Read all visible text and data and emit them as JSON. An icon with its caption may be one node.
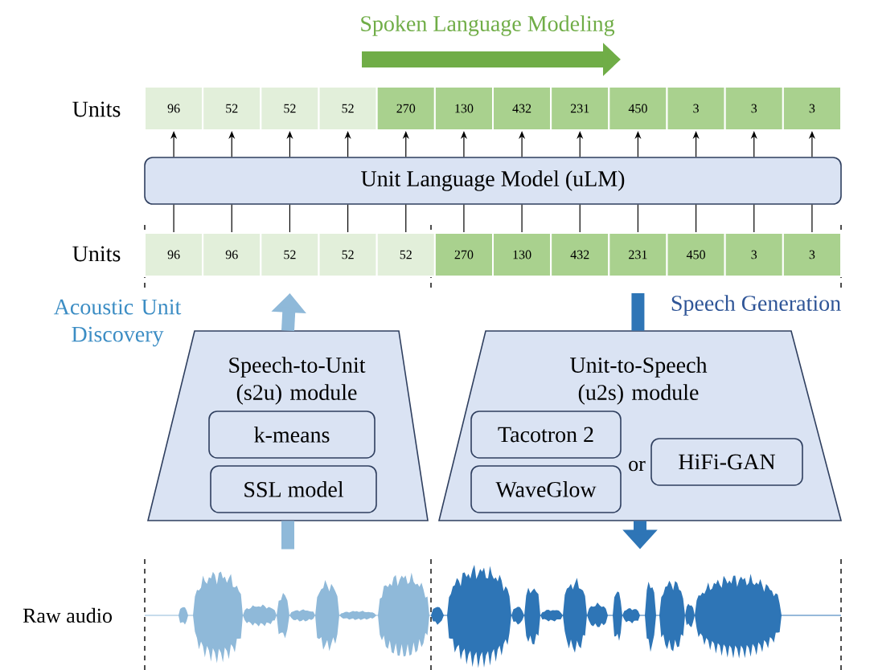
{
  "diagram": {
    "nodes": [
      {
        "text": [
          "96"
        ]
      },
      {
        "text": [
          "52"
        ]
      },
      {
        "text": [
          "52"
        ]
      },
      {
        "text": [
          "52"
        ]
      },
      {
        "text": [
          "270"
        ]
      },
      {
        "text": [
          "130"
        ]
      },
      {
        "text": [
          "432"
        ]
      },
      {
        "text": [
          "231"
        ]
      },
      {
        "text": [
          "450"
        ]
      },
      {
        "text": [
          "3"
        ]
      },
      {
        "text": [
          "3"
        ]
      },
      {
        "text": [
          "3"
        ]
      },
      {
        "text": [
          "Unit Language Model (uLM)"
        ]
      },
      {
        "text": [
          "96"
        ]
      },
      {
        "text": [
          "96"
        ]
      },
      {
        "text": [
          "52"
        ]
      },
      {
        "text": [
          "52"
        ]
      },
      {
        "text": [
          "52"
        ]
      },
      {
        "text": [
          "270"
        ]
      },
      {
        "text": [
          "130"
        ]
      },
      {
        "text": [
          "432"
        ]
      },
      {
        "text": [
          "231"
        ]
      },
      {
        "text": [
          "450"
        ]
      },
      {
        "text": [
          "3"
        ]
      },
      {
        "text": [
          "3"
        ]
      },
      {
        "text": [
          "Speech-to-Unit (s2u) module"
        ]
      },
      {
        "text": [
          "k-means"
        ],
        "in": 25
      },
      {
        "text": [
          "SSL model"
        ],
        "in": 25
      },
      {
        "text": [
          "Unit-to-Speech (u2s) module"
        ]
      },
      {
        "text": [
          "Tacotron 2"
        ],
        "in": 28
      },
      {
        "text": [
          "WaveGlow"
        ],
        "in": 28
      },
      {
        "text": [
          "HiFi-GAN"
        ],
        "in": 28
      },
      {
        "text": [],
        "shape": "picture"
      },
      {
        "text": [],
        "shape": "picture"
      }
    ],
    "edges": [
      {
        "from": 12,
        "to": 0,
        "arrow": "to"
      },
      {
        "from": 12,
        "to": 1,
        "arrow": "to"
      },
      {
        "from": 12,
        "to": 2,
        "arrow": "to"
      },
      {
        "from": 12,
        "to": 3,
        "arrow": "to"
      },
      {
        "from": 12,
        "to": 4,
        "arrow": "to"
      },
      {
        "from": 12,
        "to": 5,
        "arrow": "to"
      },
      {
        "from": 12,
        "to": 6,
        "arrow": "to"
      },
      {
        "from": 12,
        "to": 7,
        "arrow": "to"
      },
      {
        "from": 12,
        "to": 8,
        "arrow": "to"
      },
      {
        "from": 12,
        "to": 9,
        "arrow": "to"
      },
      {
        "from": 12,
        "to": 10,
        "arrow": "to"
      },
      {
        "from": 12,
        "to": 11,
        "arrow": "to"
      },
      {
        "from": 13,
        "to": 12,
        "arrow": "none"
      },
      {
        "from": 14,
        "to": 12,
        "arrow": "none"
      },
      {
        "from": 15,
        "to": 12,
        "arrow": "none"
      },
      {
        "from": 16,
        "to": 12,
        "arrow": "none"
      },
      {
        "from": 17,
        "to": 12,
        "arrow": "none"
      },
      {
        "from": 18,
        "to": 12,
        "arrow": "none"
      },
      {
        "from": 19,
        "to": 12,
        "arrow": "none"
      },
      {
        "from": 20,
        "to": 12,
        "arrow": "none"
      },
      {
        "from": 21,
        "to": 12,
        "arrow": "none"
      },
      {
        "from": 22,
        "to": 12,
        "arrow": "none"
      },
      {
        "from": 23,
        "to": 12,
        "arrow": "none"
      },
      {
        "from": 24,
        "to": 12,
        "arrow": "none"
      },
      {
        "from": 32,
        "to": 25,
        "arrow": "none",
        "style": "thick",
        "color": "#8fb9d9"
      },
      {
        "from": 25,
        "to": 15,
        "arrow": "to",
        "style": "thick",
        "color": "#8fb9d9"
      },
      {
        "from": 21,
        "to": 28,
        "arrow": "none",
        "style": "thick",
        "color": "#2e75b6"
      },
      {
        "from": 28,
        "to": 33,
        "arrow": "to",
        "style": "thick",
        "color": "#2e75b6"
      }
    ],
    "labels": [
      "Spoken Language Modeling",
      "Units",
      "Units",
      "Acoustic Unit Discovery",
      "Speech Generation",
      "or",
      "Raw audio"
    ]
  }
}
